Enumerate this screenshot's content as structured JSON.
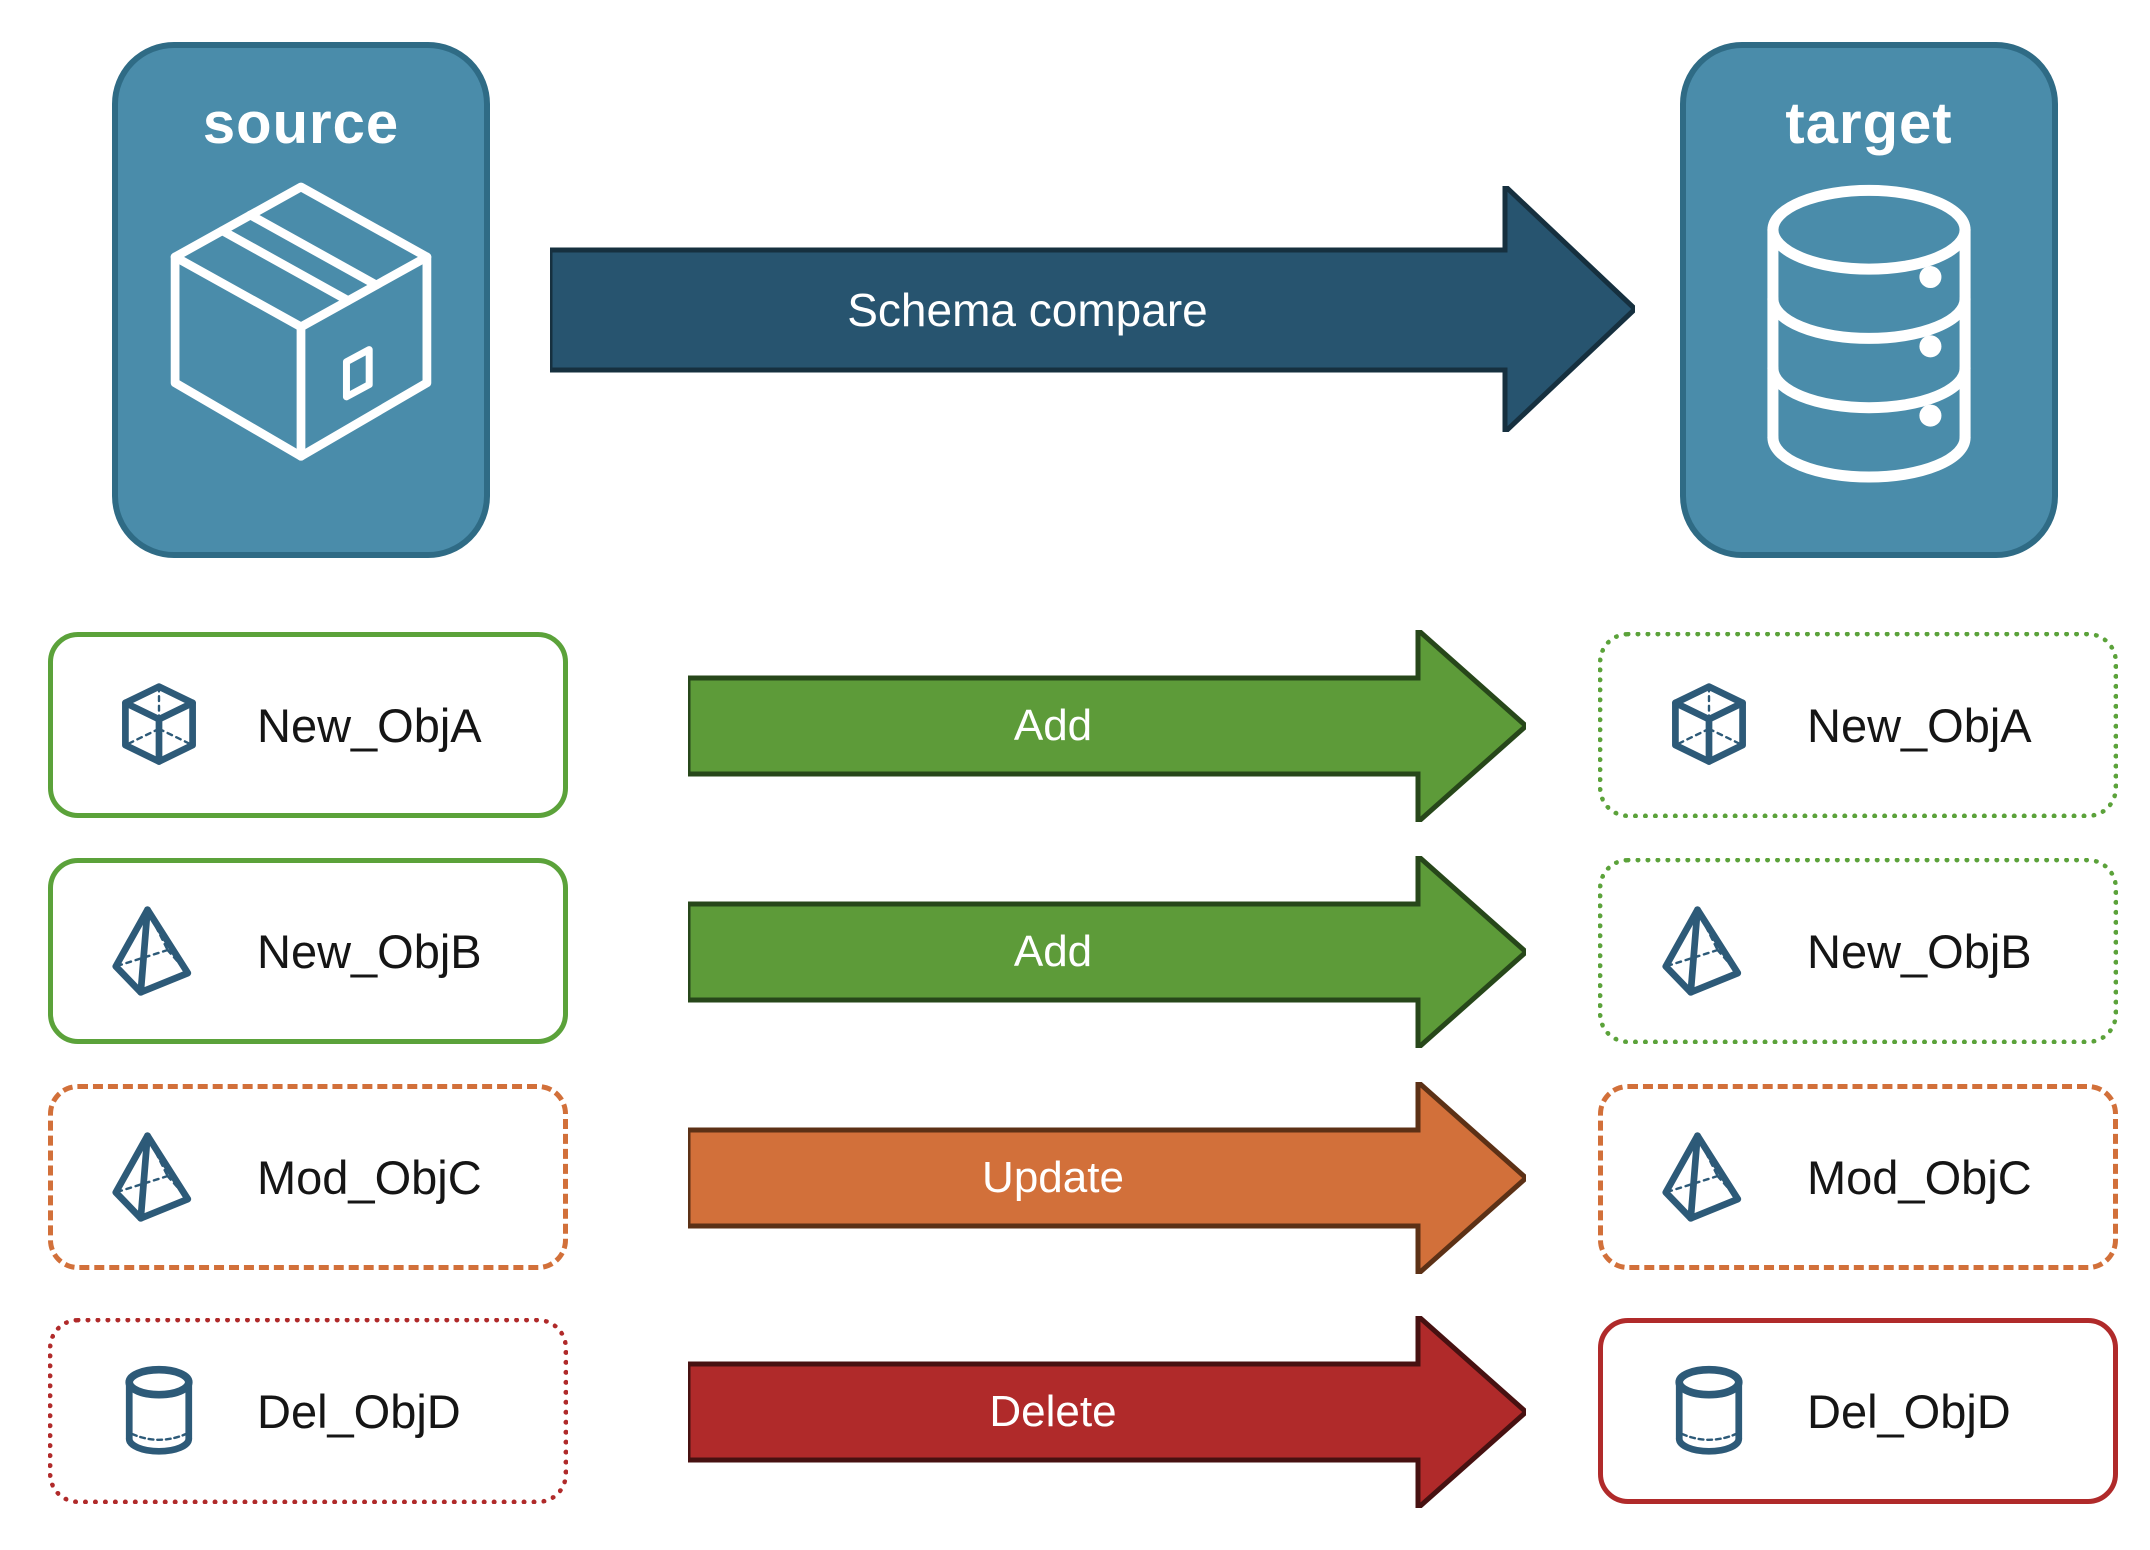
{
  "source_panel": {
    "label": "source"
  },
  "target_panel": {
    "label": "target"
  },
  "compare_arrow": {
    "label": "Schema compare"
  },
  "colors": {
    "panel_fill": "#4a8caa",
    "panel_border": "#2f6b85",
    "compare_fill": "#27546f",
    "compare_border": "#16303f",
    "icon_stroke": "#2d5a78",
    "add_green": "#5d9b39",
    "add_green_border": "#27471a",
    "update_orange": "#d2703a",
    "update_orange_border": "#5c3116",
    "delete_red": "#b02a2a",
    "delete_red_border": "#471111",
    "green_outline": "#5ba23a",
    "orange_outline": "#d2703a",
    "red_outline": "#b02a2a"
  },
  "rows": [
    {
      "source_label": "New_ObjA",
      "target_label": "New_ObjA",
      "icon": "cube-icon",
      "action": "Add",
      "arrow_fill": "#5d9b39",
      "arrow_border": "#27471a",
      "outline_color": "#5ba23a",
      "source_border_style": "solid",
      "target_border_style": "dotted"
    },
    {
      "source_label": "New_ObjB",
      "target_label": "New_ObjB",
      "icon": "pyramid-icon",
      "action": "Add",
      "arrow_fill": "#5d9b39",
      "arrow_border": "#27471a",
      "outline_color": "#5ba23a",
      "source_border_style": "solid",
      "target_border_style": "dotted"
    },
    {
      "source_label": "Mod_ObjC",
      "target_label": "Mod_ObjC",
      "icon": "pyramid-icon",
      "action": "Update",
      "arrow_fill": "#d2703a",
      "arrow_border": "#5c3116",
      "outline_color": "#d2703a",
      "source_border_style": "dashed",
      "target_border_style": "dashed"
    },
    {
      "source_label": "Del_ObjD",
      "target_label": "Del_ObjD",
      "icon": "cylinder-icon",
      "action": "Delete",
      "arrow_fill": "#b02a2a",
      "arrow_border": "#471111",
      "outline_color": "#b02a2a",
      "source_border_style": "dotted",
      "target_border_style": "solid"
    }
  ]
}
